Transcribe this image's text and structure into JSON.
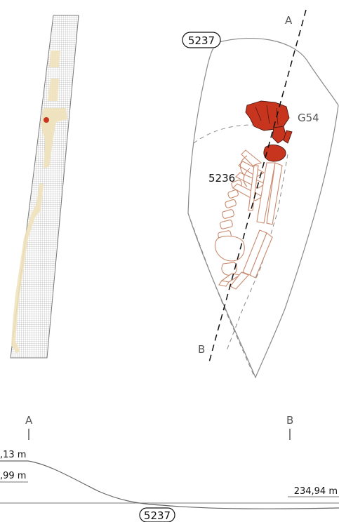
{
  "labels": {
    "section_start": "A",
    "section_end": "B",
    "feature_5237": "5237",
    "feature_5236": "5236",
    "find_g54": "G54",
    "profile_start": "A",
    "profile_end": "B",
    "profile_feature": "5237"
  },
  "elevations": {
    "upper_left": ",13 m",
    "lower_left": ",99 m",
    "right": "234,94 m"
  },
  "colors": {
    "find_red": "#c8351f",
    "skeleton_outline": "#c98a6e",
    "trench_fill": "#efe2bd",
    "line_grey": "#8a8a8a"
  }
}
